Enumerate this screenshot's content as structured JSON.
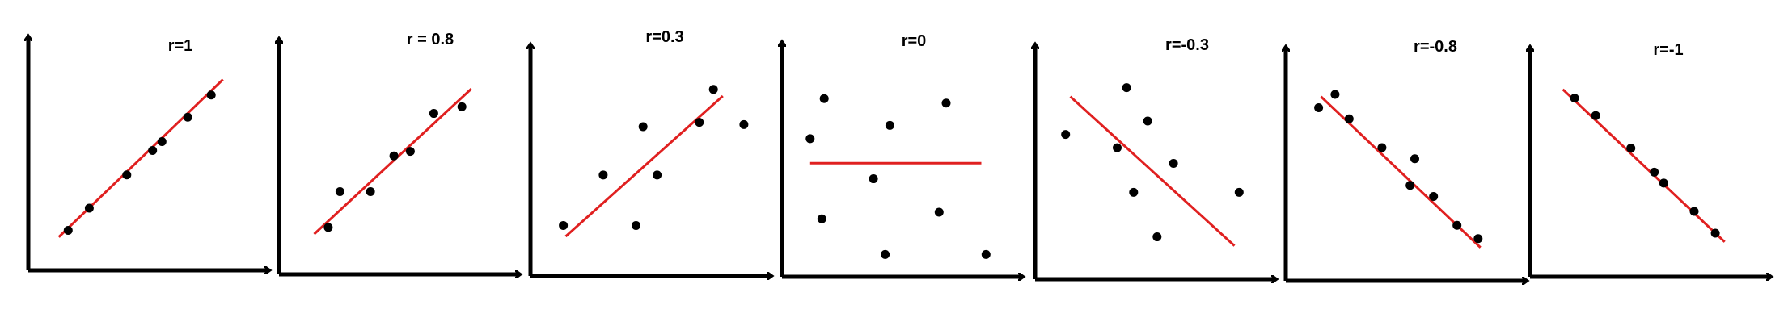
{
  "colors": {
    "axis": "#000000",
    "point": "#000000",
    "fit_line": "#e02020",
    "background": "#ffffff"
  },
  "chart_data": [
    {
      "type": "scatter",
      "title": "r=1",
      "xlim": [
        0,
        10
      ],
      "ylim": [
        0,
        10
      ],
      "points": [
        [
          1.7,
          1.8
        ],
        [
          2.6,
          2.8
        ],
        [
          4.2,
          4.3
        ],
        [
          5.3,
          5.4
        ],
        [
          5.7,
          5.8
        ],
        [
          6.8,
          6.9
        ],
        [
          7.8,
          7.9
        ]
      ],
      "fit_line": [
        [
          1.3,
          1.5
        ],
        [
          8.3,
          8.6
        ]
      ]
    },
    {
      "type": "scatter",
      "title": "r = 0.8",
      "xlim": [
        0,
        10
      ],
      "ylim": [
        0,
        10
      ],
      "points": [
        [
          2.1,
          2.1
        ],
        [
          2.6,
          3.7
        ],
        [
          3.9,
          3.7
        ],
        [
          4.9,
          5.3
        ],
        [
          5.6,
          5.5
        ],
        [
          6.6,
          7.2
        ],
        [
          7.8,
          7.5
        ]
      ],
      "fit_line": [
        [
          1.5,
          1.8
        ],
        [
          8.2,
          8.3
        ]
      ]
    },
    {
      "type": "scatter",
      "title": "r=0.3",
      "xlim": [
        0,
        10
      ],
      "ylim": [
        0,
        10
      ],
      "points": [
        [
          1.4,
          2.3
        ],
        [
          3.1,
          4.6
        ],
        [
          4.5,
          2.3
        ],
        [
          4.8,
          6.8
        ],
        [
          5.4,
          4.6
        ],
        [
          7.2,
          7.0
        ],
        [
          7.8,
          8.5
        ],
        [
          9.1,
          6.9
        ]
      ],
      "fit_line": [
        [
          1.5,
          1.8
        ],
        [
          8.2,
          8.2
        ]
      ]
    },
    {
      "type": "scatter",
      "title": "r=0",
      "xlim": [
        0,
        10
      ],
      "ylim": [
        0,
        10
      ],
      "points": [
        [
          1.2,
          6.2
        ],
        [
          1.8,
          8.0
        ],
        [
          1.7,
          2.6
        ],
        [
          3.9,
          4.4
        ],
        [
          4.4,
          1.0
        ],
        [
          4.6,
          6.8
        ],
        [
          6.7,
          2.9
        ],
        [
          7.0,
          7.8
        ],
        [
          8.7,
          1.0
        ]
      ],
      "fit_line": [
        [
          1.2,
          5.1
        ],
        [
          8.5,
          5.1
        ]
      ]
    },
    {
      "type": "scatter",
      "title": "r=-0.3",
      "xlim": [
        0,
        10
      ],
      "ylim": [
        0,
        10
      ],
      "points": [
        [
          1.3,
          6.5
        ],
        [
          3.5,
          5.9
        ],
        [
          3.9,
          8.6
        ],
        [
          4.2,
          3.9
        ],
        [
          4.8,
          7.1
        ],
        [
          5.2,
          1.9
        ],
        [
          5.9,
          5.2
        ],
        [
          8.7,
          3.9
        ]
      ],
      "fit_line": [
        [
          1.5,
          8.2
        ],
        [
          8.5,
          1.5
        ]
      ]
    },
    {
      "type": "scatter",
      "title": "r=-0.8",
      "xlim": [
        0,
        10
      ],
      "ylim": [
        0,
        10
      ],
      "points": [
        [
          1.4,
          7.8
        ],
        [
          2.1,
          8.4
        ],
        [
          2.7,
          7.3
        ],
        [
          4.1,
          6.0
        ],
        [
          5.3,
          4.3
        ],
        [
          5.5,
          5.5
        ],
        [
          6.3,
          3.8
        ],
        [
          7.3,
          2.5
        ],
        [
          8.2,
          1.9
        ]
      ],
      "fit_line": [
        [
          1.5,
          8.3
        ],
        [
          8.3,
          1.5
        ]
      ]
    },
    {
      "type": "scatter",
      "title": "r=-1",
      "xlim": [
        0,
        10
      ],
      "ylim": [
        0,
        10
      ],
      "points": [
        [
          1.9,
          8.2
        ],
        [
          2.8,
          7.4
        ],
        [
          4.3,
          5.9
        ],
        [
          5.3,
          4.8
        ],
        [
          5.7,
          4.3
        ],
        [
          7.0,
          3.0
        ],
        [
          7.9,
          2.0
        ]
      ],
      "fit_line": [
        [
          1.4,
          8.6
        ],
        [
          8.3,
          1.6
        ]
      ]
    }
  ]
}
